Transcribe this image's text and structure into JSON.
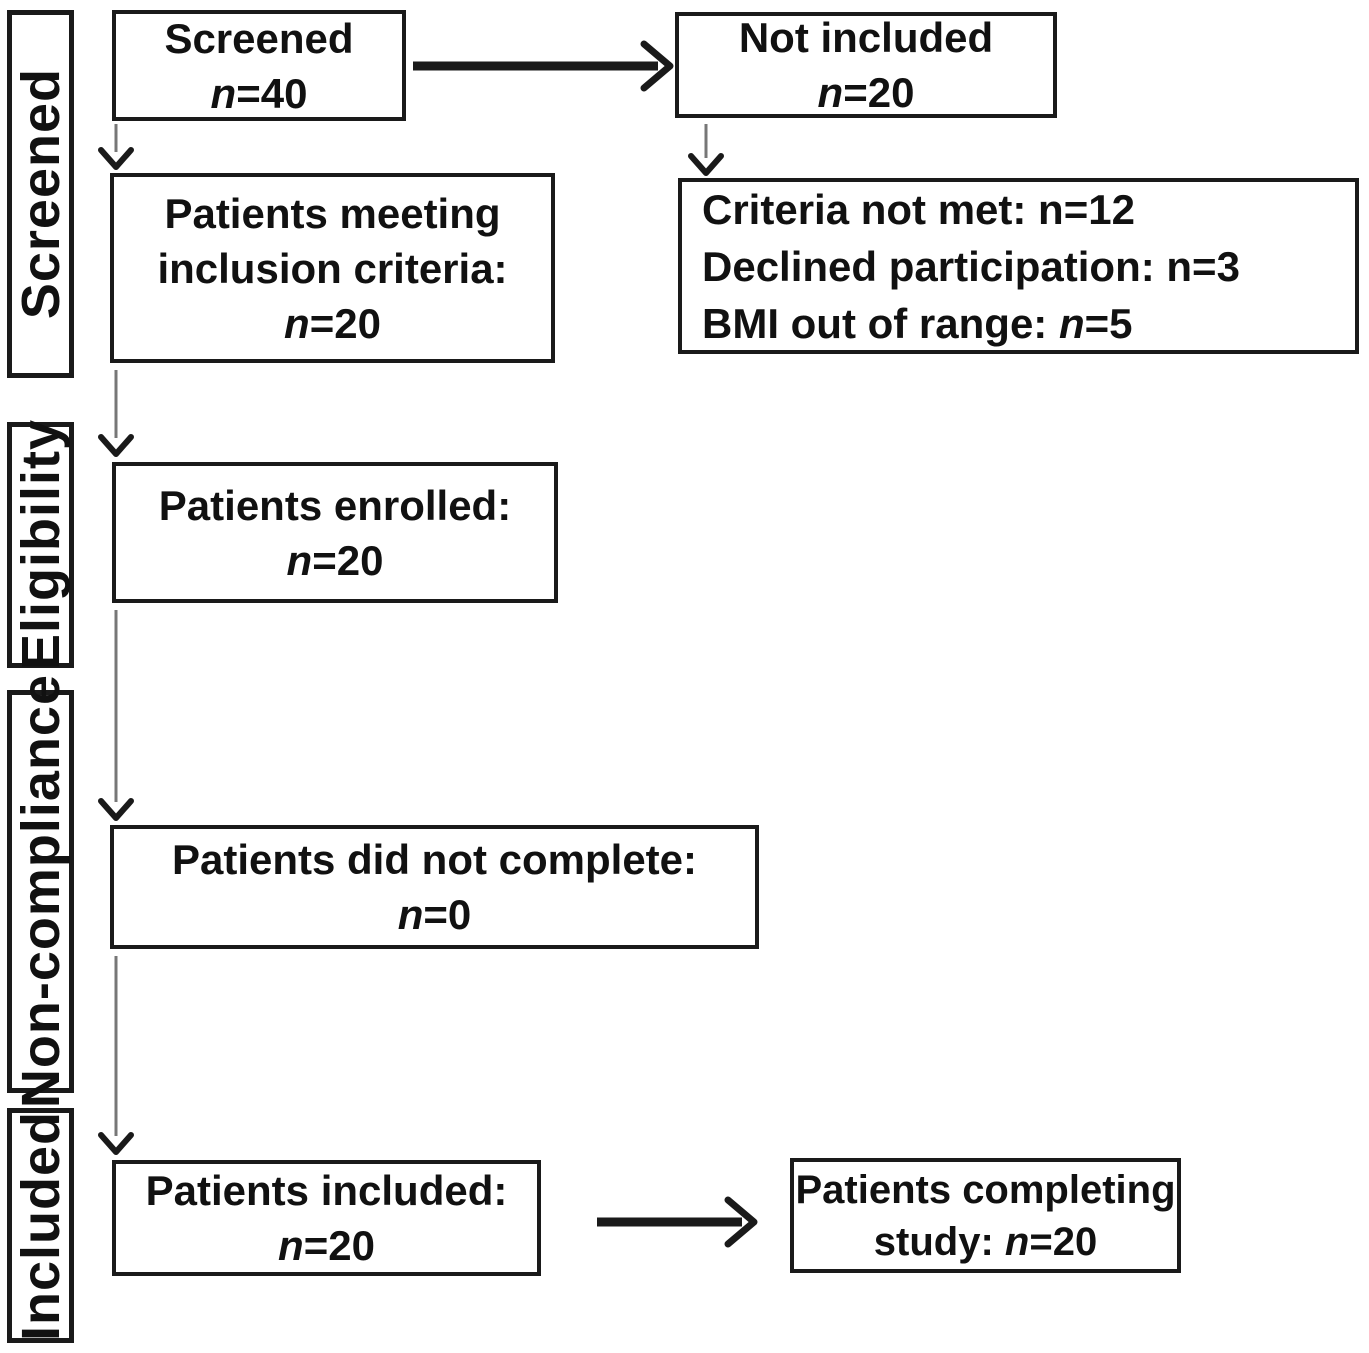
{
  "diagram": {
    "type": "study-flow-diagram"
  },
  "stages": [
    {
      "label": "Screened"
    },
    {
      "label": "Eligibility"
    },
    {
      "label": "Non-compliance"
    },
    {
      "label": "Included"
    }
  ],
  "boxes": {
    "screened": {
      "line1": "Screened",
      "n": "n",
      "count": "=40"
    },
    "not_included": {
      "line1": "Not included",
      "n": "n",
      "count": "=20"
    },
    "meeting_criteria": {
      "line1": "Patients meeting",
      "line2": "inclusion criteria:",
      "n": "n",
      "count": "=20"
    },
    "exclusion_reasons": {
      "line1": "Criteria not met: n=12",
      "line2": "Declined participation: n=3",
      "line3_text": "BMI out of range: ",
      "line3_n": "n",
      "line3_count": "=5"
    },
    "enrolled": {
      "line1": "Patients enrolled:",
      "n": "n",
      "count": "=20"
    },
    "did_not_complete": {
      "line1": "Patients did not complete:",
      "n": "n",
      "count": "=0"
    },
    "included": {
      "line1": "Patients included:",
      "n": "n",
      "count": "=20"
    },
    "completing_study": {
      "line1": "Patients completing",
      "line2_text": "study: ",
      "n": "n",
      "count": "=20"
    }
  },
  "colors": {
    "background": "#ffffff",
    "box_border": "#1a1a1a",
    "text": "#111111",
    "arrow_stem_thin": "#777777",
    "arrow_head": "#1a1a1a",
    "arrow_thick": "#1a1a1a"
  }
}
